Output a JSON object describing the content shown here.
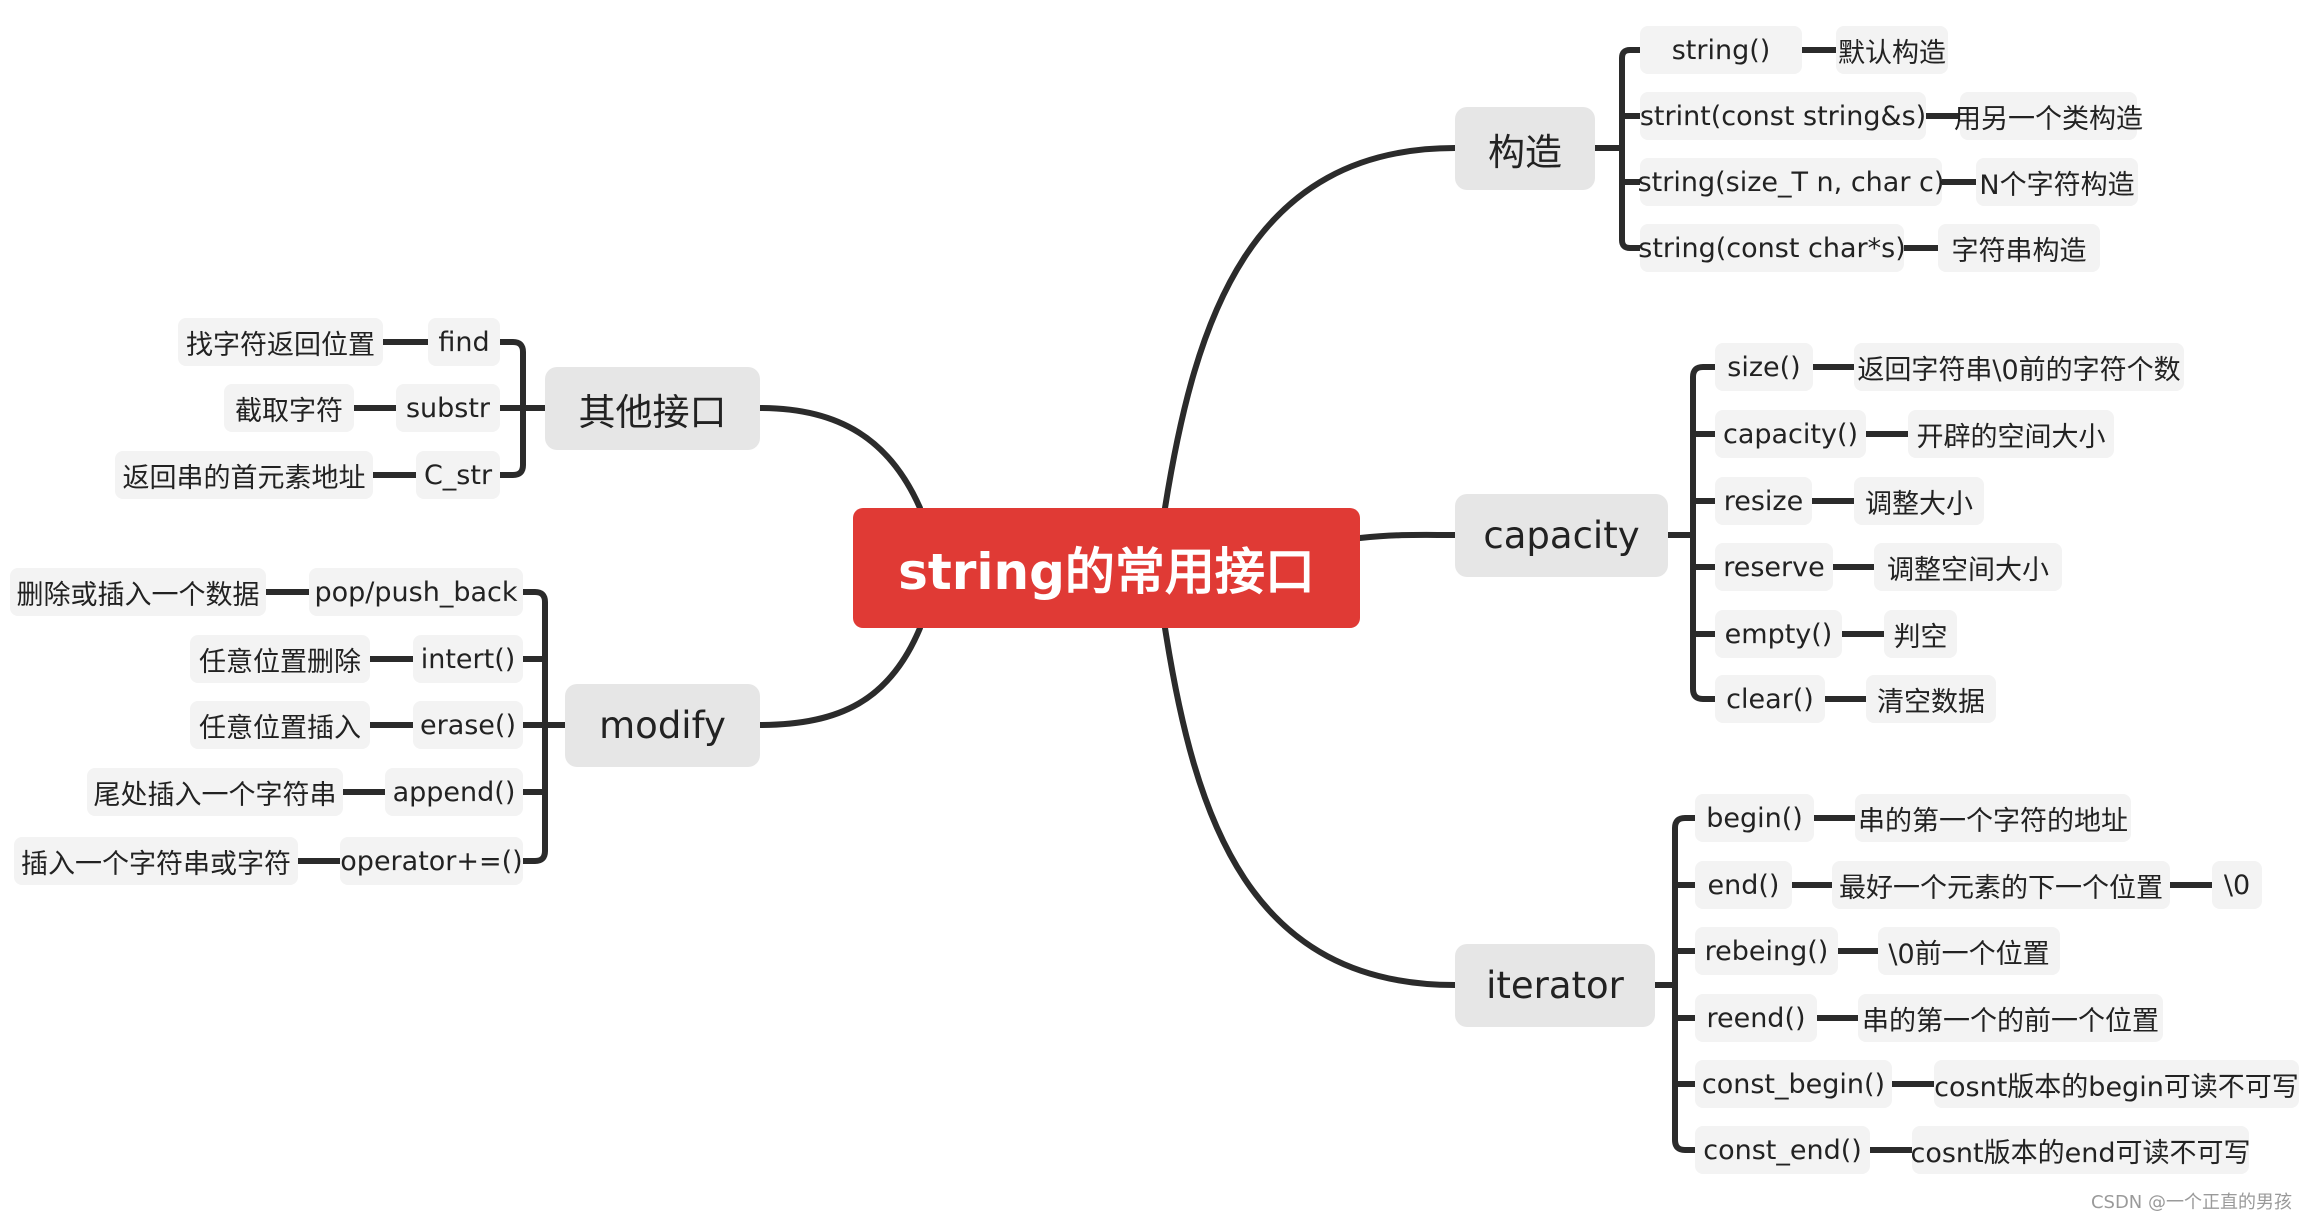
{
  "root": "string的常用接口",
  "branches": {
    "construct": {
      "title": "构造",
      "items": [
        {
          "label": "string()",
          "desc": "默认构造"
        },
        {
          "label": "strint(const string&s)",
          "desc": "用另一个类构造"
        },
        {
          "label": "string(size_T n, char c)",
          "desc": "N个字符构造"
        },
        {
          "label": "string(const char*s)",
          "desc": "字符串构造"
        }
      ]
    },
    "capacity": {
      "title": "capacity",
      "items": [
        {
          "label": "size()",
          "desc": "返回字符串\\0前的字符个数"
        },
        {
          "label": "capacity()",
          "desc": "开辟的空间大小"
        },
        {
          "label": "resize",
          "desc": "调整大小"
        },
        {
          "label": "reserve",
          "desc": "调整空间大小"
        },
        {
          "label": "empty()",
          "desc": "判空"
        },
        {
          "label": "clear()",
          "desc": "清空数据"
        }
      ]
    },
    "iterator": {
      "title": "iterator",
      "items": [
        {
          "label": "begin()",
          "desc": "串的第一个字符的地址"
        },
        {
          "label": "end()",
          "desc": "最好一个元素的下一个位置",
          "extra": "\\0"
        },
        {
          "label": "rebeing()",
          "desc": "\\0前一个位置"
        },
        {
          "label": "reend()",
          "desc": "串的第一个的前一个位置"
        },
        {
          "label": "const_begin()",
          "desc": "cosnt版本的begin可读不可写"
        },
        {
          "label": "const_end()",
          "desc": "cosnt版本的end可读不可写"
        }
      ]
    },
    "other": {
      "title": "其他接口",
      "items": [
        {
          "label": "find",
          "desc": "找字符返回位置"
        },
        {
          "label": "substr",
          "desc": "截取字符"
        },
        {
          "label": "C_str",
          "desc": "返回串的首元素地址"
        }
      ]
    },
    "modify": {
      "title": "modify",
      "items": [
        {
          "label": "pop/push_back",
          "desc": "删除或插入一个数据"
        },
        {
          "label": "intert()",
          "desc": "任意位置删除"
        },
        {
          "label": "erase()",
          "desc": "任意位置插入"
        },
        {
          "label": "append()",
          "desc": "尾处插入一个字符串"
        },
        {
          "label": "operator+=()",
          "desc": "插入一个字符串或字符"
        }
      ]
    }
  },
  "watermark": "CSDN @一个正直的男孩",
  "colors": {
    "root": "#e03a35",
    "branch": "#e6e6e6",
    "leaf": "#f3f3f3",
    "line": "#2b2b2b"
  }
}
